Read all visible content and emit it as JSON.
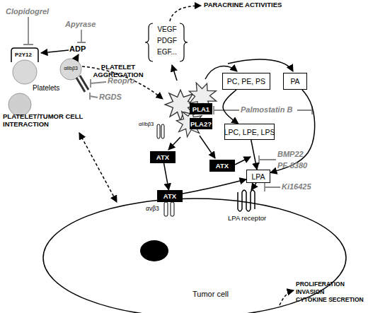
{
  "diagram": {
    "nodes": [
      {
        "text": [
          "PC, PE, PS"
        ]
      },
      {
        "text": [
          "PA"
        ]
      },
      {
        "text": [
          "PLA1"
        ]
      },
      {
        "text": [
          "PLA2?"
        ]
      },
      {
        "text": [
          "LPC, LPE, LPS"
        ]
      },
      {
        "text": [
          "ATX"
        ]
      },
      {
        "text": [
          "ATX"
        ]
      },
      {
        "text": [
          "ATX"
        ]
      },
      {
        "text": [
          "LPA"
        ]
      },
      {
        "text": [
          "Tumor cell"
        ]
      }
    ],
    "edges": [
      {
        "from": 0,
        "to": 4,
        "arrow": "to"
      },
      {
        "from": 4,
        "to": 8,
        "arrow": "to"
      },
      {
        "from": 1,
        "to": 8,
        "arrow": "to"
      },
      {
        "from": 5,
        "to": 7,
        "arrow": "to"
      },
      {
        "from": 7,
        "to": 8,
        "arrow": "to"
      }
    ],
    "labels": [
      "PARACRINE ACTIVITIES",
      "VEGF",
      "PDGF",
      "EGF...",
      "PLATELET AGGREGATION",
      "Clopidogrel",
      "Apyrase",
      "ADP",
      "P2Y12",
      "αIIbβ3",
      "Platelets",
      "Reopro",
      "RGDS",
      "αIIbβ3",
      "Palmostatin B",
      "PLATELET/TUMOR CELL INTERACTION",
      "BMP22",
      "PF-8380",
      "αvβ3",
      "Ki16425",
      "LPA receptor",
      "PROLIFERATION",
      "INVASION",
      "CYTOKINE SECRETION"
    ]
  }
}
